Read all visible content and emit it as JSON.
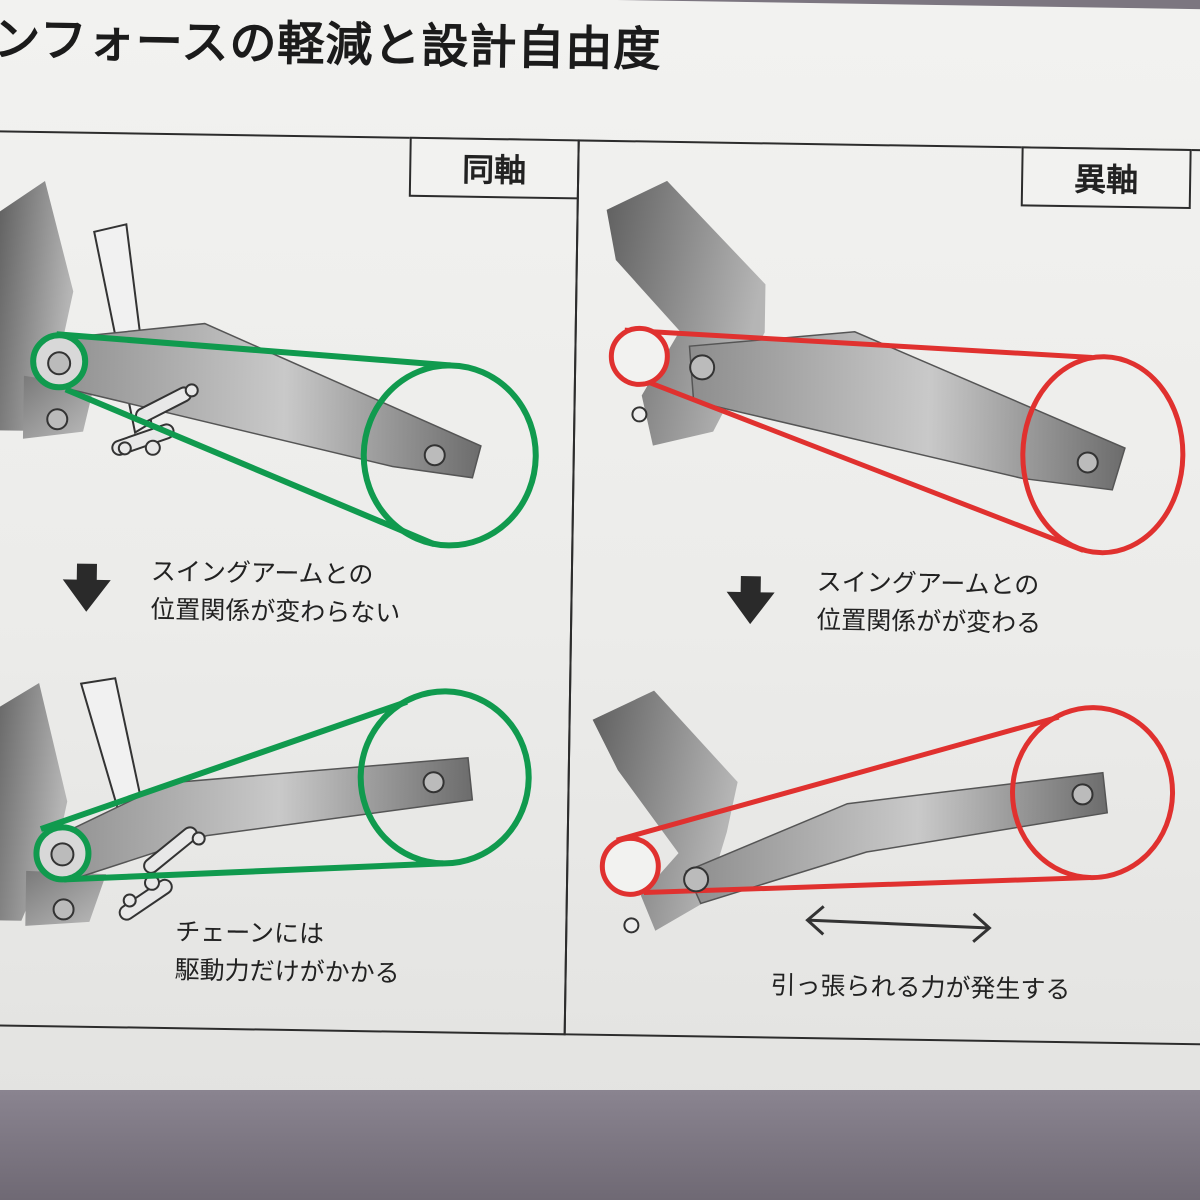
{
  "heading": "ンフォースの軽減と設計自由度",
  "panels": {
    "coaxial": {
      "label": "同軸",
      "caption_middle": [
        "スイングアームとの",
        "位置関係が変わらない"
      ],
      "caption_bottom": [
        "チェーンには",
        "駆動力だけがかかる"
      ]
    },
    "offset": {
      "label": "異軸",
      "caption_middle": [
        "スイングアームとの",
        "位置関係がが変わる"
      ],
      "caption_bottom": [
        "引っ張られる力が発生する"
      ]
    }
  },
  "colors": {
    "coaxial_chain": "#109a4e",
    "offset_chain": "#e0312f",
    "frame_gray": "#8c8c8c",
    "arrow": "#2a2a2a"
  },
  "icons": [
    "arrow-down-icon",
    "double-arrow-icon"
  ]
}
